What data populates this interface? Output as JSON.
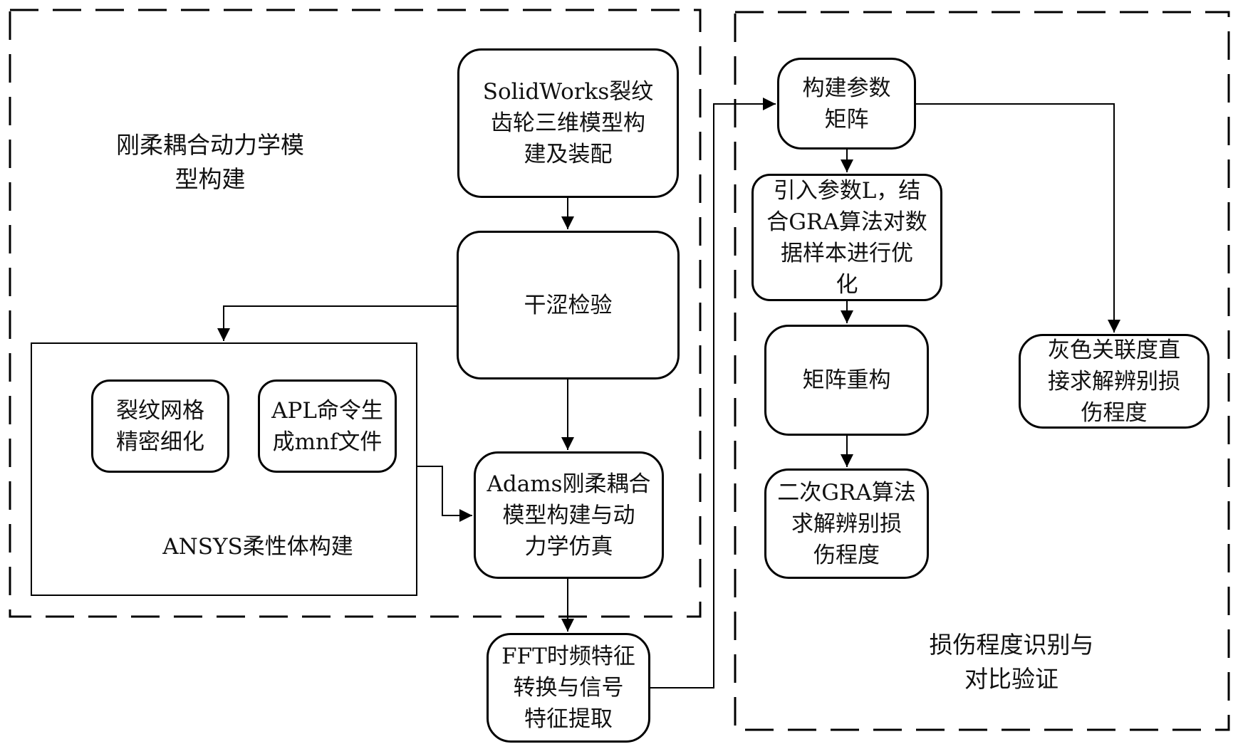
{
  "diagram": {
    "regions": {
      "modeling": {
        "label": "刚柔耦合动力学模\n型构建"
      },
      "identification": {
        "label": "损伤程度识别与\n对比验证"
      }
    },
    "ansys_group": {
      "label": "ANSYS柔性体构建"
    },
    "nodes": {
      "solidworks": "SolidWorks裂纹\n齿轮三维模型构\n建及装配",
      "interference": "干涩检验",
      "crack_mesh": "裂纹网格\n精密细化",
      "apl_mnf": "APL命令生\n成mnf文件",
      "adams": "Adams刚柔耦合\n模型构建与动\n力学仿真",
      "fft": "FFT时频特征\n转换与信号\n特征提取",
      "param_matrix": "构建参数\n矩阵",
      "introduce_L": "引入参数L，结\n合GRA算法对数\n据样本进行优\n化",
      "matrix_rebuild": "矩阵重构",
      "secondary_gra": "二次GRA算法\n求解辨别损\n伤程度",
      "grey_direct": "灰色关联度直\n接求解辨别损\n伤程度"
    },
    "edges": [
      {
        "from": "solidworks",
        "to": "interference"
      },
      {
        "from": "interference",
        "to": "ansys_group"
      },
      {
        "from": "interference",
        "to": "adams"
      },
      {
        "from": "ansys_group",
        "to": "adams"
      },
      {
        "from": "adams",
        "to": "fft"
      },
      {
        "from": "fft",
        "to": "param_matrix"
      },
      {
        "from": "param_matrix",
        "to": "introduce_L"
      },
      {
        "from": "param_matrix",
        "to": "grey_direct"
      },
      {
        "from": "introduce_L",
        "to": "matrix_rebuild"
      },
      {
        "from": "matrix_rebuild",
        "to": "secondary_gra"
      }
    ],
    "colors": {
      "stroke": "#000000",
      "background": "#ffffff",
      "text": "#111111"
    }
  }
}
